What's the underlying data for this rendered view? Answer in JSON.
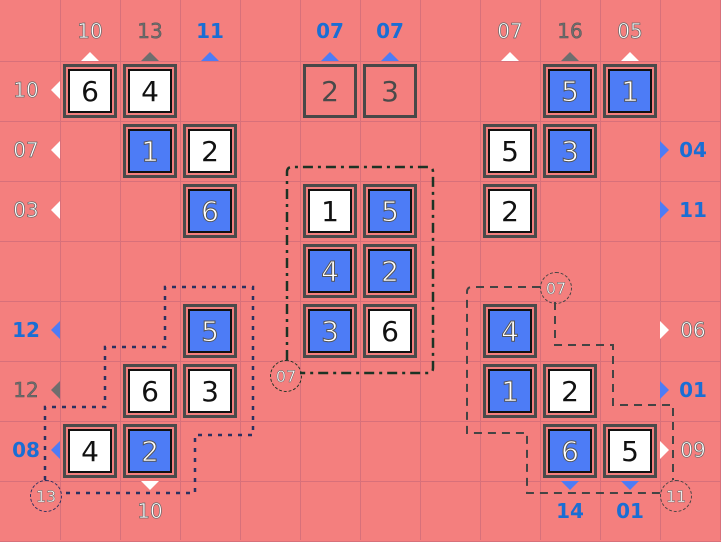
{
  "game": {
    "name": "Killer-style skyscraper number puzzle",
    "grid_cols": 12,
    "grid_rows": 9
  },
  "colors": {
    "background": "#f47f7e",
    "gridline": "#d8707a",
    "blue_tile": "#4d7cf6",
    "white_tile": "#ffffff",
    "blue_clue": "#1a6ed4",
    "grey_clue": "#6e6e6e",
    "white_clue": "#ffffff"
  },
  "tiles": [
    {
      "row": 1,
      "col": 1,
      "value": "6",
      "style": "white"
    },
    {
      "row": 1,
      "col": 2,
      "value": "4",
      "style": "white"
    },
    {
      "row": 1,
      "col": 5,
      "value": "2",
      "style": "outline"
    },
    {
      "row": 1,
      "col": 6,
      "value": "3",
      "style": "outline"
    },
    {
      "row": 1,
      "col": 9,
      "value": "5",
      "style": "blue"
    },
    {
      "row": 1,
      "col": 10,
      "value": "1",
      "style": "blue"
    },
    {
      "row": 2,
      "col": 2,
      "value": "1",
      "style": "blue"
    },
    {
      "row": 2,
      "col": 3,
      "value": "2",
      "style": "white"
    },
    {
      "row": 2,
      "col": 8,
      "value": "5",
      "style": "white"
    },
    {
      "row": 2,
      "col": 9,
      "value": "3",
      "style": "blue"
    },
    {
      "row": 3,
      "col": 3,
      "value": "6",
      "style": "blue"
    },
    {
      "row": 3,
      "col": 5,
      "value": "1",
      "style": "white"
    },
    {
      "row": 3,
      "col": 6,
      "value": "5",
      "style": "blue"
    },
    {
      "row": 3,
      "col": 8,
      "value": "2",
      "style": "white"
    },
    {
      "row": 4,
      "col": 5,
      "value": "4",
      "style": "blue"
    },
    {
      "row": 4,
      "col": 6,
      "value": "2",
      "style": "blue"
    },
    {
      "row": 5,
      "col": 3,
      "value": "5",
      "style": "blue"
    },
    {
      "row": 5,
      "col": 5,
      "value": "3",
      "style": "blue"
    },
    {
      "row": 5,
      "col": 6,
      "value": "6",
      "style": "white"
    },
    {
      "row": 5,
      "col": 8,
      "value": "4",
      "style": "blue"
    },
    {
      "row": 6,
      "col": 2,
      "value": "6",
      "style": "white"
    },
    {
      "row": 6,
      "col": 3,
      "value": "3",
      "style": "white"
    },
    {
      "row": 6,
      "col": 8,
      "value": "1",
      "style": "blue"
    },
    {
      "row": 6,
      "col": 9,
      "value": "2",
      "style": "white"
    },
    {
      "row": 7,
      "col": 1,
      "value": "4",
      "style": "white"
    },
    {
      "row": 7,
      "col": 2,
      "value": "2",
      "style": "blue"
    },
    {
      "row": 7,
      "col": 9,
      "value": "6",
      "style": "blue"
    },
    {
      "row": 7,
      "col": 10,
      "value": "5",
      "style": "white"
    }
  ],
  "top_clues": [
    {
      "col": 1,
      "value": "10",
      "style": "white"
    },
    {
      "col": 2,
      "value": "13",
      "style": "grey"
    },
    {
      "col": 3,
      "value": "11",
      "style": "blue"
    },
    {
      "col": 5,
      "value": "07",
      "style": "blue"
    },
    {
      "col": 6,
      "value": "07",
      "style": "blue"
    },
    {
      "col": 8,
      "value": "07",
      "style": "white"
    },
    {
      "col": 9,
      "value": "16",
      "style": "grey"
    },
    {
      "col": 10,
      "value": "05",
      "style": "white"
    }
  ],
  "left_clues": [
    {
      "row": 1,
      "value": "10",
      "style": "white"
    },
    {
      "row": 2,
      "value": "07",
      "style": "white"
    },
    {
      "row": 3,
      "value": "03",
      "style": "white"
    },
    {
      "row": 5,
      "value": "12",
      "style": "blue"
    },
    {
      "row": 6,
      "value": "12",
      "style": "grey"
    },
    {
      "row": 7,
      "value": "08",
      "style": "blue"
    }
  ],
  "right_clues": [
    {
      "row": 2,
      "value": "04",
      "style": "blue"
    },
    {
      "row": 3,
      "value": "11",
      "style": "blue"
    },
    {
      "row": 5,
      "value": "06",
      "style": "white"
    },
    {
      "row": 6,
      "value": "01",
      "style": "blue"
    },
    {
      "row": 7,
      "value": "09",
      "style": "white"
    }
  ],
  "bottom_clues": [
    {
      "col": 2,
      "value": "10",
      "style": "white"
    },
    {
      "col": 9,
      "value": "14",
      "style": "blue"
    },
    {
      "col": 10,
      "value": "01",
      "style": "blue"
    }
  ],
  "cages": [
    {
      "name": "left-cage",
      "sum": "13",
      "stroke": "#2b3060",
      "dash": "dotted"
    },
    {
      "name": "middle-cage",
      "sum": "07",
      "stroke": "#1c3324",
      "dash": "dashdot"
    },
    {
      "name": "right-cage-top",
      "sum": "07",
      "stroke": "#444444",
      "dash": "dashed"
    },
    {
      "name": "right-cage-bottom",
      "sum": "11",
      "stroke": "#444444",
      "dash": "dashed"
    }
  ]
}
